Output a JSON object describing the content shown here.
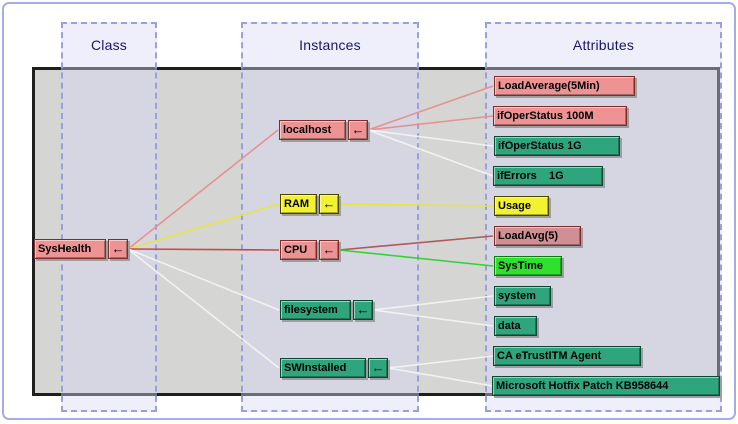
{
  "header": {
    "columns": [
      "Class",
      "Instances",
      "Attributes"
    ]
  },
  "ui": {
    "arrow_icon": "←"
  },
  "palette": {
    "node_salmon": "#ee9393",
    "node_rose": "#d08f94",
    "node_yellow": "#f2f232",
    "node_teal": "#2fa57d",
    "node_bright_green": "#2fe02f",
    "canvas_bg": "#d5d5d3",
    "canvas_border": "#1e1e1e",
    "column_fill": "#e8e8f8",
    "column_border": "#9aa0dc",
    "outer_border": "#a6ace8",
    "header_text": "#16166b"
  },
  "class_node": {
    "label": "SysHealth",
    "color": "#ee9393"
  },
  "instances": [
    {
      "label": "localhost",
      "color": "#ee9393"
    },
    {
      "label": "RAM",
      "color": "#f2f232"
    },
    {
      "label": "CPU",
      "color": "#ee9393"
    },
    {
      "label": "filesystem",
      "color": "#2fa57d"
    },
    {
      "label": "SWInstalled",
      "color": "#2fa57d"
    }
  ],
  "attributes": [
    {
      "label": "LoadAverage(5Min)",
      "color": "#ee9393"
    },
    {
      "label": "ifOperStatus 100M",
      "color": "#ee9393"
    },
    {
      "label": "ifOperStatus 1G",
      "color": "#2fa57d"
    },
    {
      "label": "ifErrors    1G",
      "color": "#2fa57d"
    },
    {
      "label": "Usage",
      "color": "#f2f232"
    },
    {
      "label": "LoadAvg(5)",
      "color": "#d08f94"
    },
    {
      "label": "SysTime",
      "color": "#2fe02f"
    },
    {
      "label": "system",
      "color": "#2fa57d"
    },
    {
      "label": "data",
      "color": "#2fa57d"
    },
    {
      "label": "CA eTrustITM Agent",
      "color": "#2fa57d"
    },
    {
      "label": "Microsoft Hotfix Patch KB958644",
      "color": "#2fa57d"
    }
  ],
  "connections": [
    {
      "from": "SysHealth",
      "to": "localhost",
      "color": "#e89090"
    },
    {
      "from": "SysHealth",
      "to": "RAM",
      "color": "#e6e63c"
    },
    {
      "from": "SysHealth",
      "to": "CPU",
      "color": "#cc4848"
    },
    {
      "from": "SysHealth",
      "to": "filesystem",
      "color": "#f2f2f2"
    },
    {
      "from": "SysHealth",
      "to": "SWInstalled",
      "color": "#f2f2f2"
    },
    {
      "from": "localhost",
      "to": "LoadAverage(5Min)",
      "color": "#e89090"
    },
    {
      "from": "localhost",
      "to": "ifOperStatus 100M",
      "color": "#e89090"
    },
    {
      "from": "localhost",
      "to": "ifOperStatus 1G",
      "color": "#f2f2f2"
    },
    {
      "from": "localhost",
      "to": "ifErrors    1G",
      "color": "#f2f2f2"
    },
    {
      "from": "RAM",
      "to": "Usage",
      "color": "#e6e63c"
    },
    {
      "from": "CPU",
      "to": "LoadAvg(5)",
      "color": "#b05858"
    },
    {
      "from": "CPU",
      "to": "SysTime",
      "color": "#2ed52e"
    },
    {
      "from": "filesystem",
      "to": "system",
      "color": "#f2f2f2"
    },
    {
      "from": "filesystem",
      "to": "data",
      "color": "#f2f2f2"
    },
    {
      "from": "SWInstalled",
      "to": "CA eTrustITM Agent",
      "color": "#f2f2f2"
    },
    {
      "from": "SWInstalled",
      "to": "Microsoft Hotfix Patch KB958644",
      "color": "#f2f2f2"
    }
  ]
}
